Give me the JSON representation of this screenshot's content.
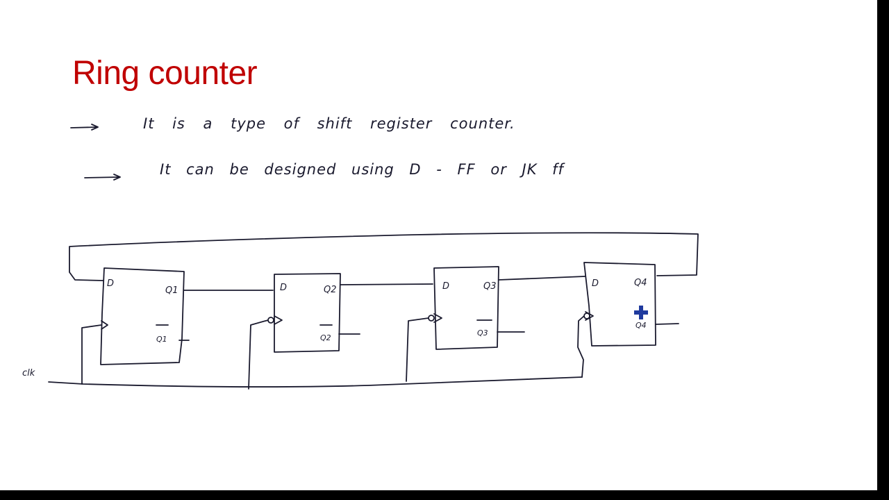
{
  "slide": {
    "title": "Ring counter",
    "bullets": [
      "It is a type of shift register counter.",
      "It can be designed using D - FF or JK ff"
    ]
  },
  "diagram": {
    "clock_label": "clk",
    "flip_flops": [
      {
        "d_label": "D",
        "q_label": "Q1",
        "qbar_label": "Q1"
      },
      {
        "d_label": "D",
        "q_label": "Q2",
        "qbar_label": "Q2"
      },
      {
        "d_label": "D",
        "q_label": "Q3",
        "qbar_label": "Q3"
      },
      {
        "d_label": "D",
        "q_label": "Q4",
        "qbar_label": "Q4"
      }
    ]
  },
  "colors": {
    "title": "#c00000",
    "ink": "#1a1a2e",
    "pen_cursor": "#1f3a9e"
  },
  "icons": [
    "arrow-right-icon",
    "pen-cursor-icon"
  ]
}
